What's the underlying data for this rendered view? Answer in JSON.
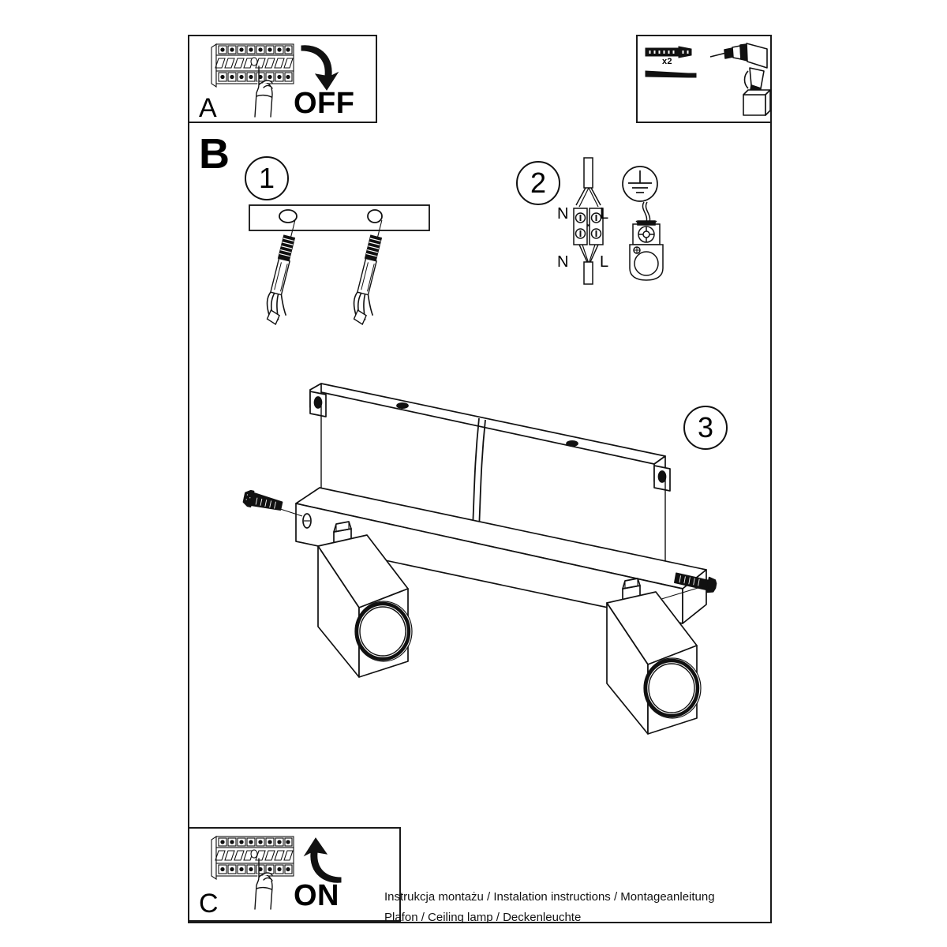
{
  "document": {
    "type": "installation-instruction-sheet",
    "product": "Plafon / Ceiling lamp / Deckenleuchte",
    "background_color": "#ffffff",
    "line_color": "#111111"
  },
  "sections": {
    "a": {
      "letter": "A",
      "action_label": "OFF",
      "icon": "circuit-breaker-panel-hand-switch-off",
      "arrow": "curved-arrow-down"
    },
    "b": {
      "letter": "B"
    },
    "c": {
      "letter": "C",
      "action_label": "ON",
      "icon": "circuit-breaker-panel-hand-switch-on",
      "arrow": "curved-arrow-up"
    }
  },
  "tools_box": {
    "quantity_label": "x2",
    "items": [
      {
        "name": "wall-plug-anchor-icon",
        "quantity": "x2"
      },
      {
        "name": "screw-icon"
      },
      {
        "name": "power-drill-icon"
      }
    ]
  },
  "steps": [
    {
      "number": "1",
      "name": "mount-base-plate-with-anchors",
      "parts": [
        "ceiling-mounting-bar",
        "expansion-anchor-left",
        "expansion-anchor-right"
      ]
    },
    {
      "number": "2",
      "name": "connect-wiring-terminal-block",
      "terminal_labels": {
        "neutral_top": "N",
        "live_top": "L",
        "neutral_bottom": "N",
        "live_bottom": "L"
      },
      "symbols": [
        "earth-ground-symbol",
        "terminal-block",
        "cable-gland-connector"
      ]
    },
    {
      "number": "3",
      "name": "attach-lamp-body-and-tighten-grub-screws",
      "parts": [
        "mounting-bracket",
        "lamp-housing-bar",
        "cube-spot-left",
        "cube-spot-right",
        "grub-screw-left",
        "grub-screw-right"
      ]
    }
  ],
  "footer": {
    "line1": "Instrukcja montażu / Instalation instructions / Montageanleitung",
    "line2": "Plafon / Ceiling lamp / Deckenleuchte"
  }
}
